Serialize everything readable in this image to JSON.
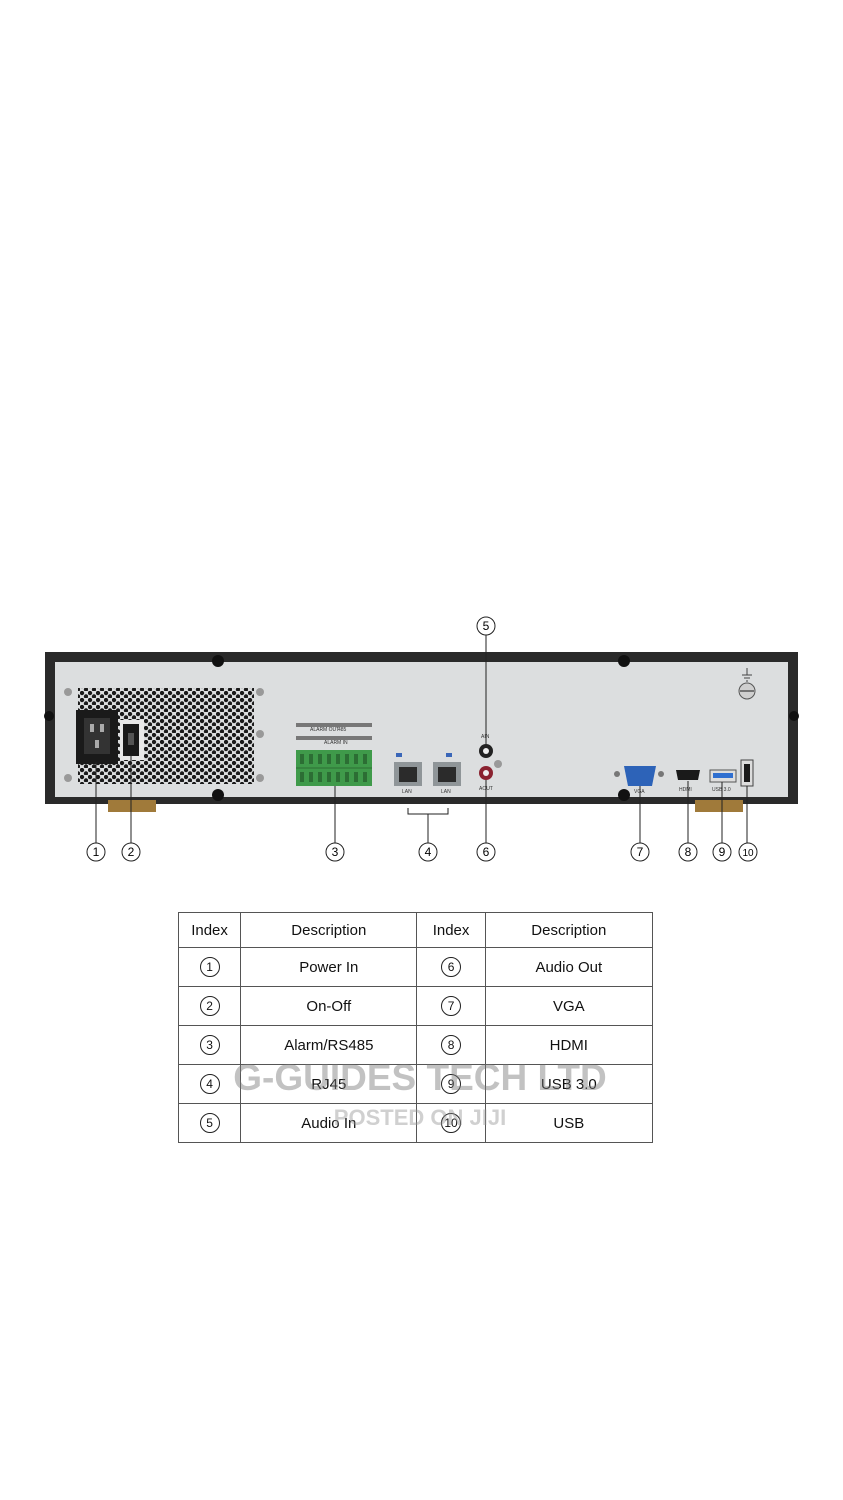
{
  "device": {
    "port_labels": {
      "alarm_out": "ALARM OUT",
      "rs485": "485",
      "alarm_in": "ALARM IN",
      "lan_1": "LAN",
      "lan_2": "LAN",
      "audio_in": "AIN",
      "audio_out": "AOUT",
      "vga": "VGA",
      "hdmi": "HDMI",
      "usb3": "USB 3.0"
    },
    "callouts": [
      "1",
      "2",
      "3",
      "4",
      "5",
      "6",
      "7",
      "8",
      "9",
      "10"
    ]
  },
  "table": {
    "headers": [
      "Index",
      "Description",
      "Index",
      "Description"
    ],
    "rows": [
      {
        "idx1": "1",
        "desc1": "Power In",
        "idx2": "6",
        "desc2": "Audio Out"
      },
      {
        "idx1": "2",
        "desc1": "On-Off",
        "idx2": "7",
        "desc2": "VGA"
      },
      {
        "idx1": "3",
        "desc1": "Alarm/RS485",
        "idx2": "8",
        "desc2": "HDMI"
      },
      {
        "idx1": "4",
        "desc1": "RJ45",
        "idx2": "9",
        "desc2": "USB 3.0"
      },
      {
        "idx1": "5",
        "desc1": "Audio In",
        "idx2": "10",
        "desc2": "USB"
      }
    ]
  },
  "watermark": {
    "line1": "G-GUIDES TECH LTD",
    "line2": "POSTED ON JIJI"
  },
  "colors": {
    "chassis": "#2a2a2a",
    "panel": "#dcdedf",
    "terminal_green": "#3f9a4a",
    "vga_blue": "#2d63b8",
    "usb3_blue": "#2f6fd0"
  }
}
